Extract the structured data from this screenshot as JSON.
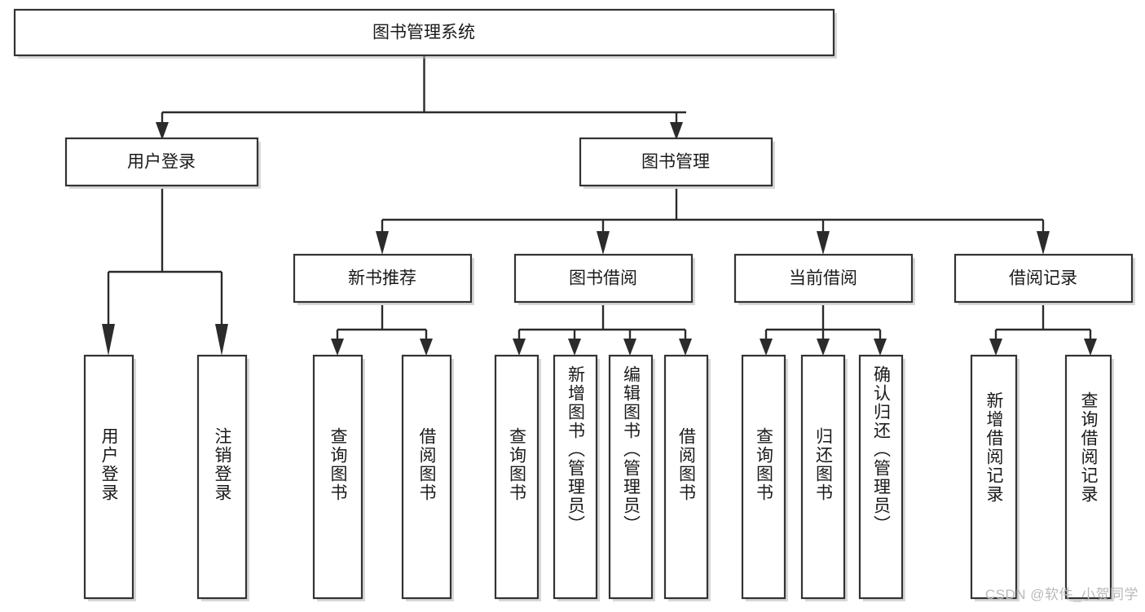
{
  "diagram": {
    "type": "tree-hierarchy-chart",
    "title": "图书管理系统",
    "orientation": "top-down",
    "theme": {
      "background": "#ffffff",
      "box_fill": "#ffffff",
      "box_stroke": "#333333",
      "connector": "#2b2b2b",
      "text": "#1a1a1a",
      "watermark": "#b9b9b9"
    },
    "levels": {
      "level0": {
        "nodes": [
          {
            "id": "root",
            "label": "图书管理系统",
            "orientation": "horizontal"
          }
        ]
      },
      "level1": {
        "nodes": [
          {
            "id": "login",
            "label": "用户登录",
            "orientation": "horizontal"
          },
          {
            "id": "bookmgmt",
            "label": "图书管理",
            "orientation": "horizontal"
          }
        ]
      },
      "level2": {
        "nodes": [
          {
            "id": "newbook",
            "label": "新书推荐",
            "orientation": "horizontal"
          },
          {
            "id": "borrow",
            "label": "图书借阅",
            "orientation": "horizontal"
          },
          {
            "id": "current",
            "label": "当前借阅",
            "orientation": "horizontal"
          },
          {
            "id": "record",
            "label": "借阅记录",
            "orientation": "horizontal"
          }
        ]
      },
      "level3": {
        "nodes": [
          {
            "id": "leaf1",
            "label": "用户登录",
            "orientation": "vertical",
            "parent": "login"
          },
          {
            "id": "leaf2",
            "label": "注销登录",
            "orientation": "vertical",
            "parent": "login"
          },
          {
            "id": "leaf3",
            "label": "查询图书",
            "orientation": "vertical",
            "parent": "newbook"
          },
          {
            "id": "leaf4",
            "label": "借阅图书",
            "orientation": "vertical",
            "parent": "newbook"
          },
          {
            "id": "leaf5",
            "label": "查询图书",
            "orientation": "vertical",
            "parent": "borrow"
          },
          {
            "id": "leaf6",
            "label": "新增图书（管理员）",
            "orientation": "vertical",
            "parent": "borrow"
          },
          {
            "id": "leaf7",
            "label": "编辑图书（管理员）",
            "orientation": "vertical",
            "parent": "borrow"
          },
          {
            "id": "leaf8",
            "label": "借阅图书",
            "orientation": "vertical",
            "parent": "borrow"
          },
          {
            "id": "leaf9",
            "label": "查询图书",
            "orientation": "vertical",
            "parent": "current"
          },
          {
            "id": "leaf10",
            "label": "归还图书",
            "orientation": "vertical",
            "parent": "current"
          },
          {
            "id": "leaf11",
            "label": "确认归还（管理员）",
            "orientation": "vertical",
            "parent": "current"
          },
          {
            "id": "leaf12",
            "label": "新增借阅记录",
            "orientation": "vertical",
            "parent": "record"
          },
          {
            "id": "leaf13",
            "label": "查询借阅记录",
            "orientation": "vertical",
            "parent": "record"
          }
        ]
      }
    }
  },
  "watermark": {
    "text": "CSDN @软件_小贺同学"
  }
}
